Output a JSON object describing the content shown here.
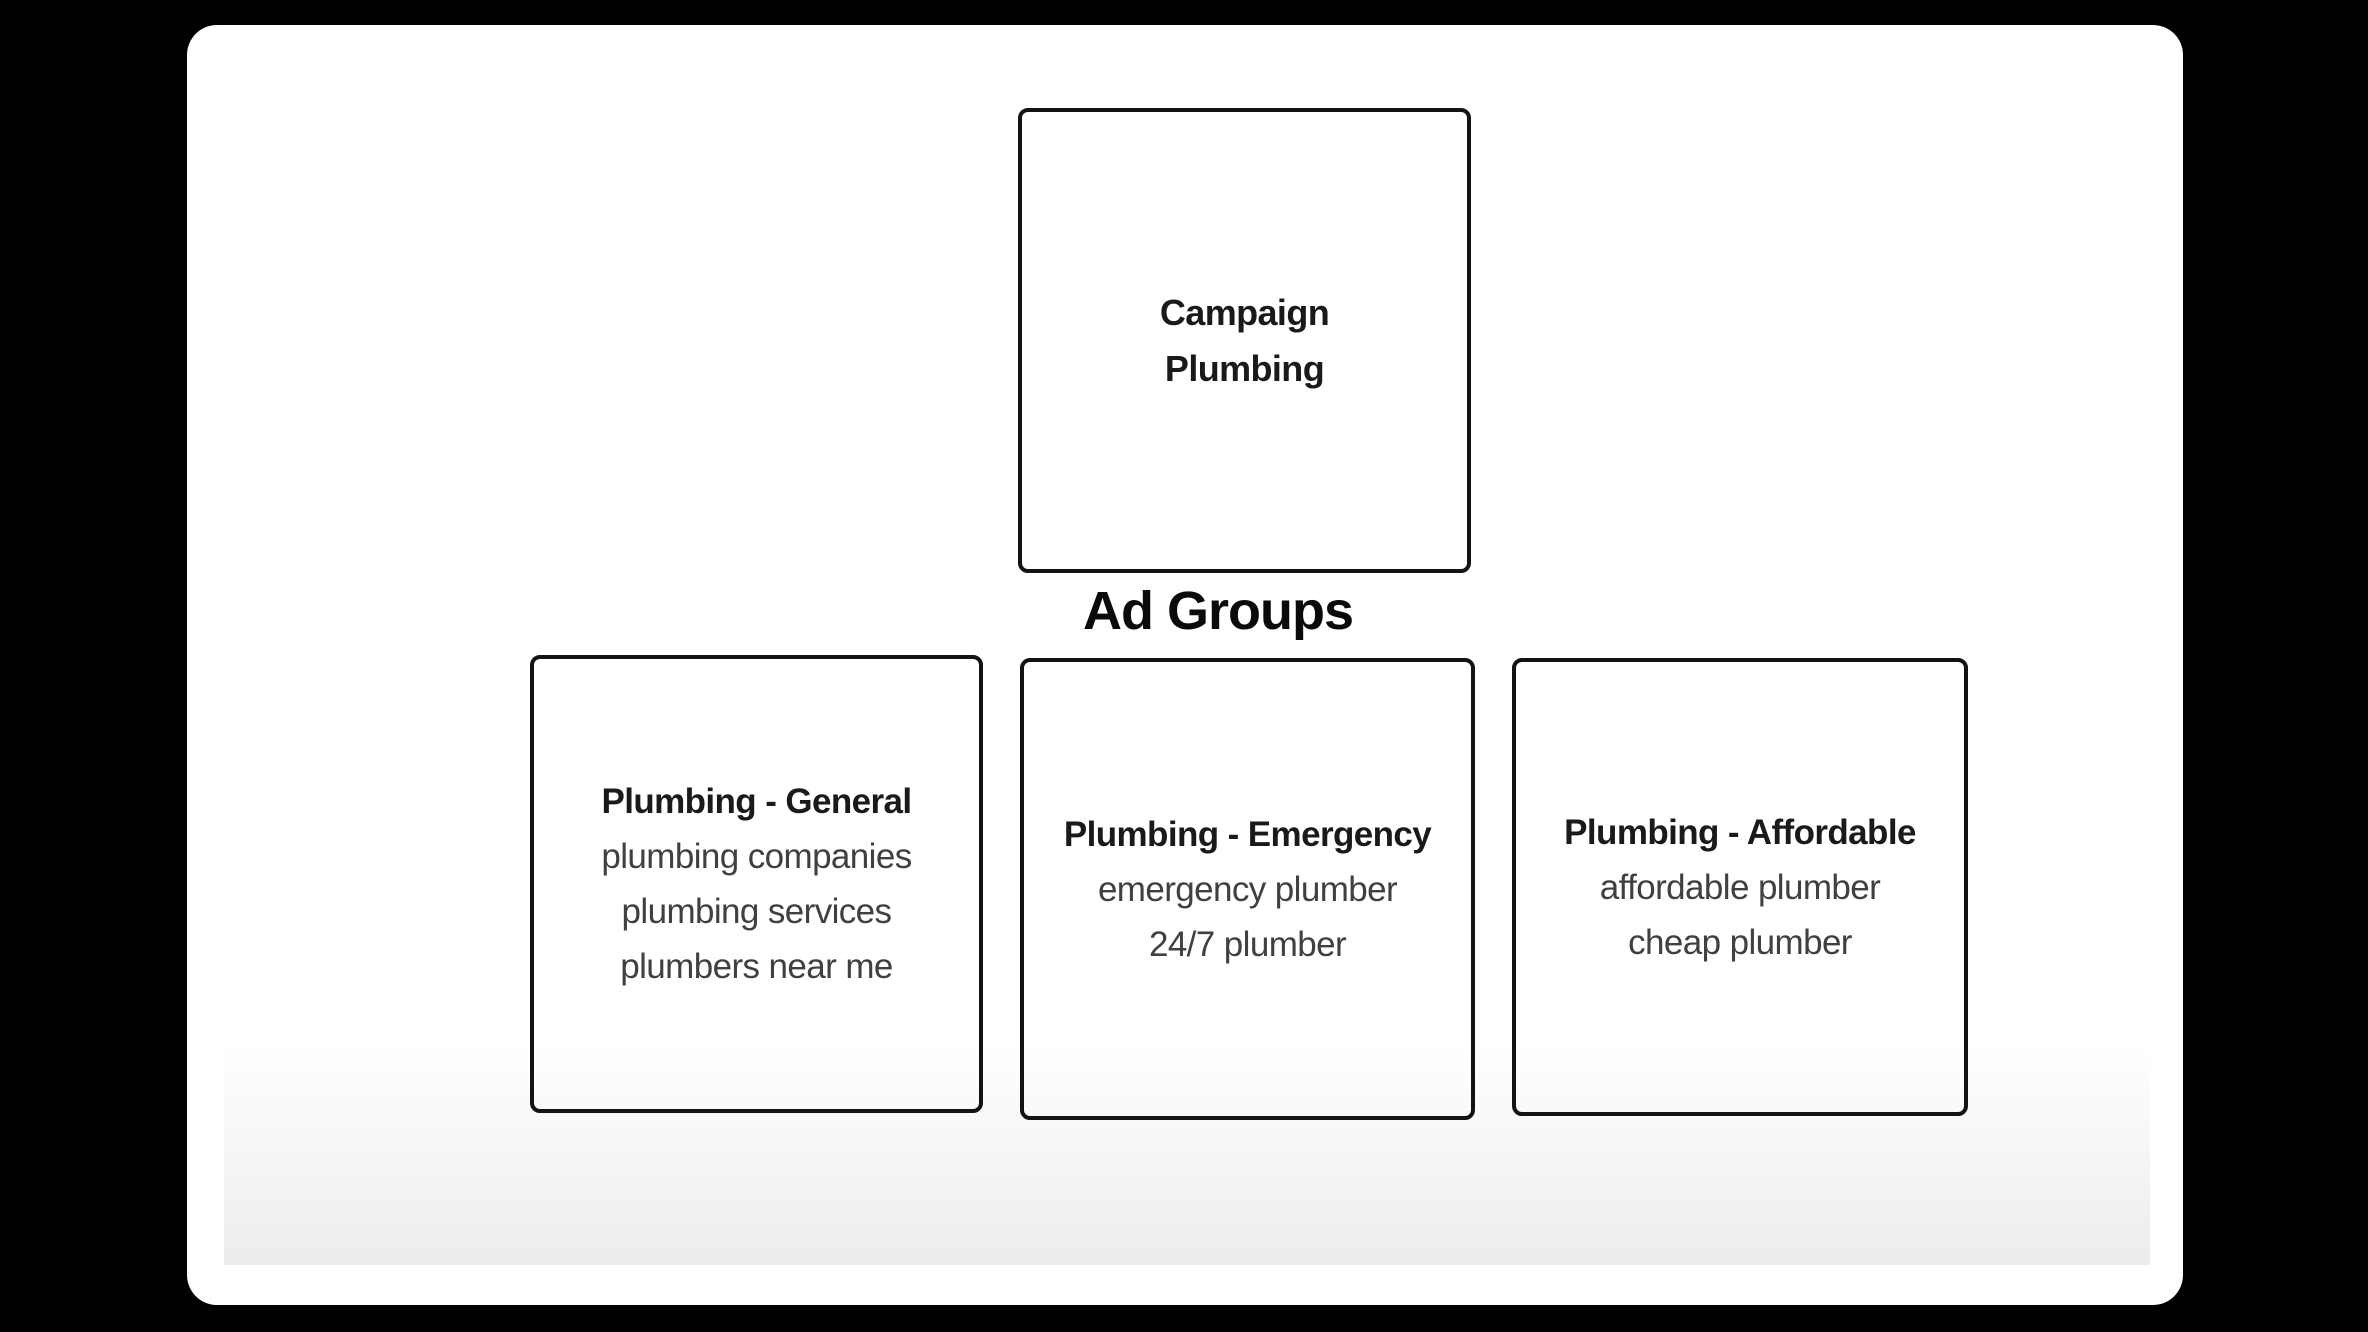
{
  "canvas": {
    "background_color": "#000000",
    "card_color": "#ffffff",
    "fade_color": "#ececec"
  },
  "diagram": {
    "campaign": {
      "title_lines": [
        "Campaign",
        "Plumbing"
      ]
    },
    "section_label": "Ad Groups",
    "ad_groups": [
      {
        "title": "Plumbing - General",
        "keywords": [
          "plumbing companies",
          "plumbing services",
          "plumbers near me"
        ]
      },
      {
        "title": "Plumbing - Emergency",
        "keywords": [
          "emergency plumber",
          "24/7 plumber"
        ]
      },
      {
        "title": "Plumbing - Affordable",
        "keywords": [
          "affordable plumber",
          "cheap plumber"
        ]
      }
    ],
    "colors": {
      "node_border": "#131313",
      "title_text": "#1a1a1a",
      "keyword_text": "#404040",
      "label_text": "#0a0a0a"
    }
  }
}
